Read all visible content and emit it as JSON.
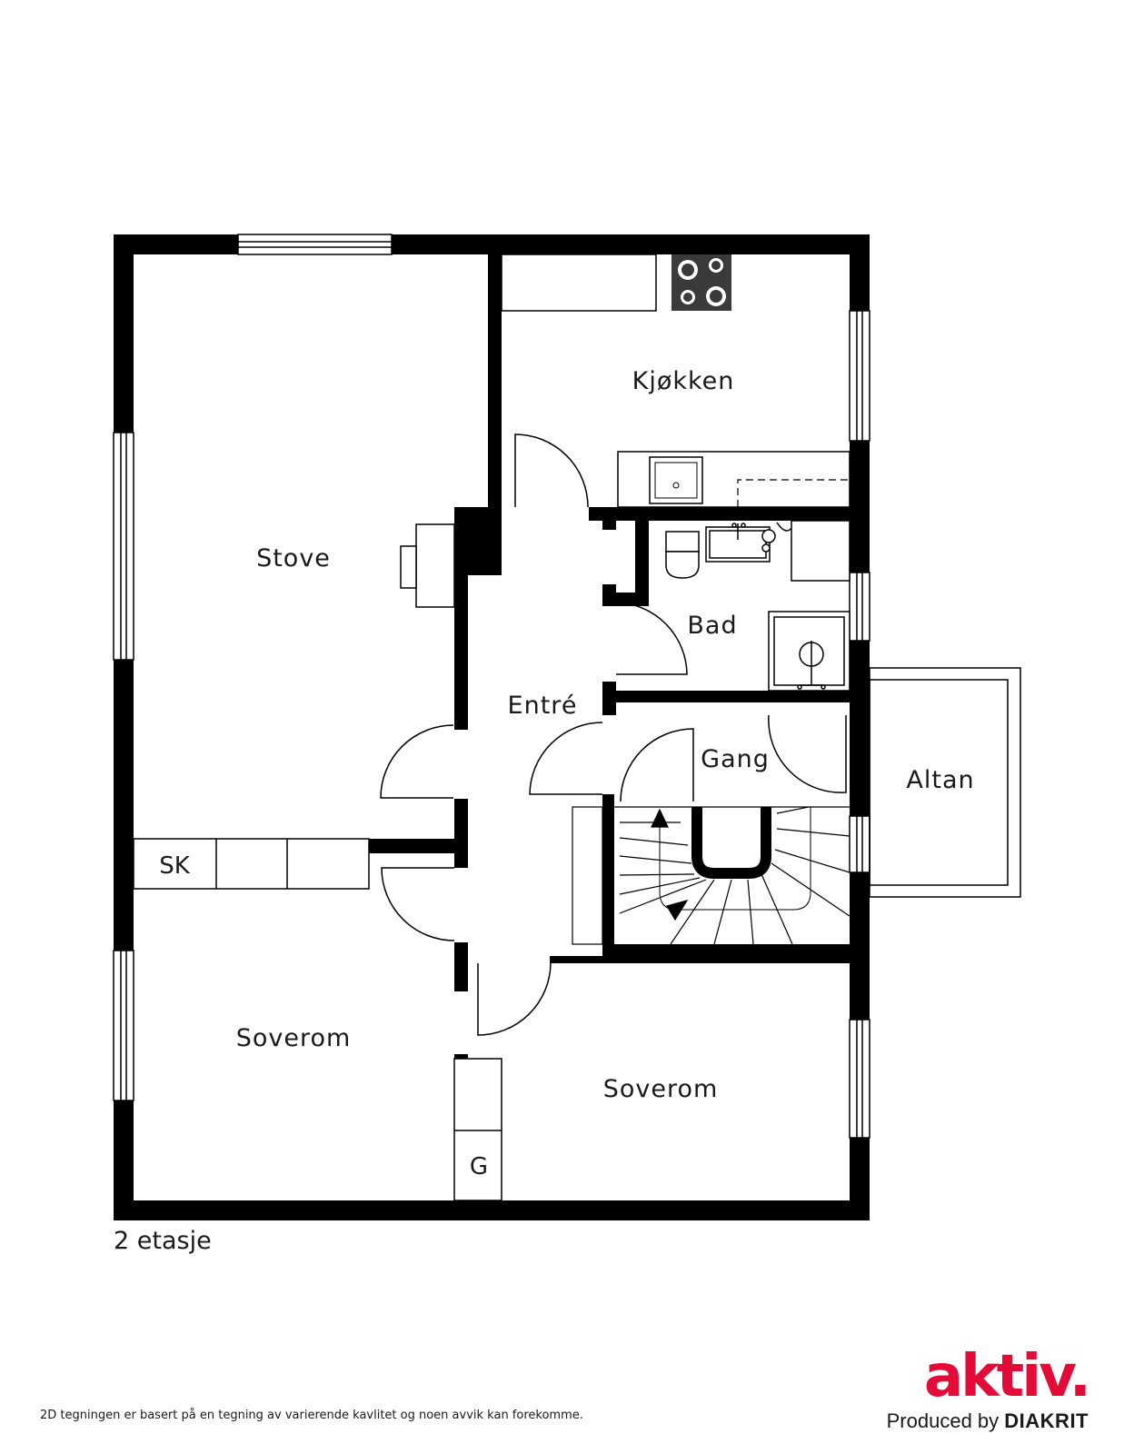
{
  "plan": {
    "floor_label": "2 etasje",
    "rooms": {
      "kitchen": "Kjøkken",
      "living": "Stove",
      "bathroom": "Bad",
      "entrance": "Entré",
      "hallway": "Gang",
      "balcony": "Altan",
      "closet": "SK",
      "bedroom_left": "Soverom",
      "bedroom_right": "Soverom",
      "wardrobe": "G"
    }
  },
  "footer": {
    "disclaimer": "2D tegningen er basert på en tegning av varierende kavlitet og noen avvik kan forekomme.",
    "brand_logo": "aktiv.",
    "produced_by": "Produced by",
    "producer": "DIAKRIT"
  },
  "colors": {
    "wall": "#000000",
    "brand_red": "#e30b37"
  }
}
